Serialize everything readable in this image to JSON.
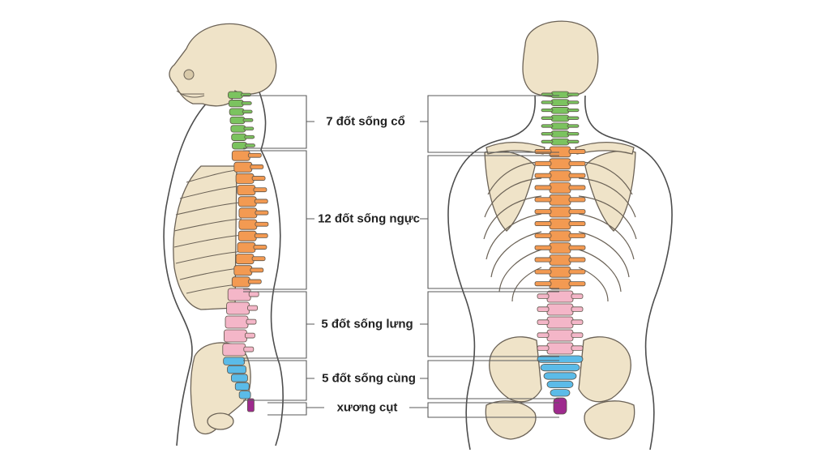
{
  "regions": [
    {
      "label": "7 đốt sống cổ",
      "color": "#7bc35f",
      "count": 7
    },
    {
      "label": "12 đốt sống ngực",
      "color": "#f39a52",
      "count": 12
    },
    {
      "label": "5 đốt sống lưng",
      "color": "#f4b6c8",
      "count": 5
    },
    {
      "label": "5 đốt sống cùng",
      "color": "#5bbbe8",
      "count": 5
    },
    {
      "label": "xương cụt",
      "color": "#9e2a8e",
      "count": 1
    }
  ]
}
